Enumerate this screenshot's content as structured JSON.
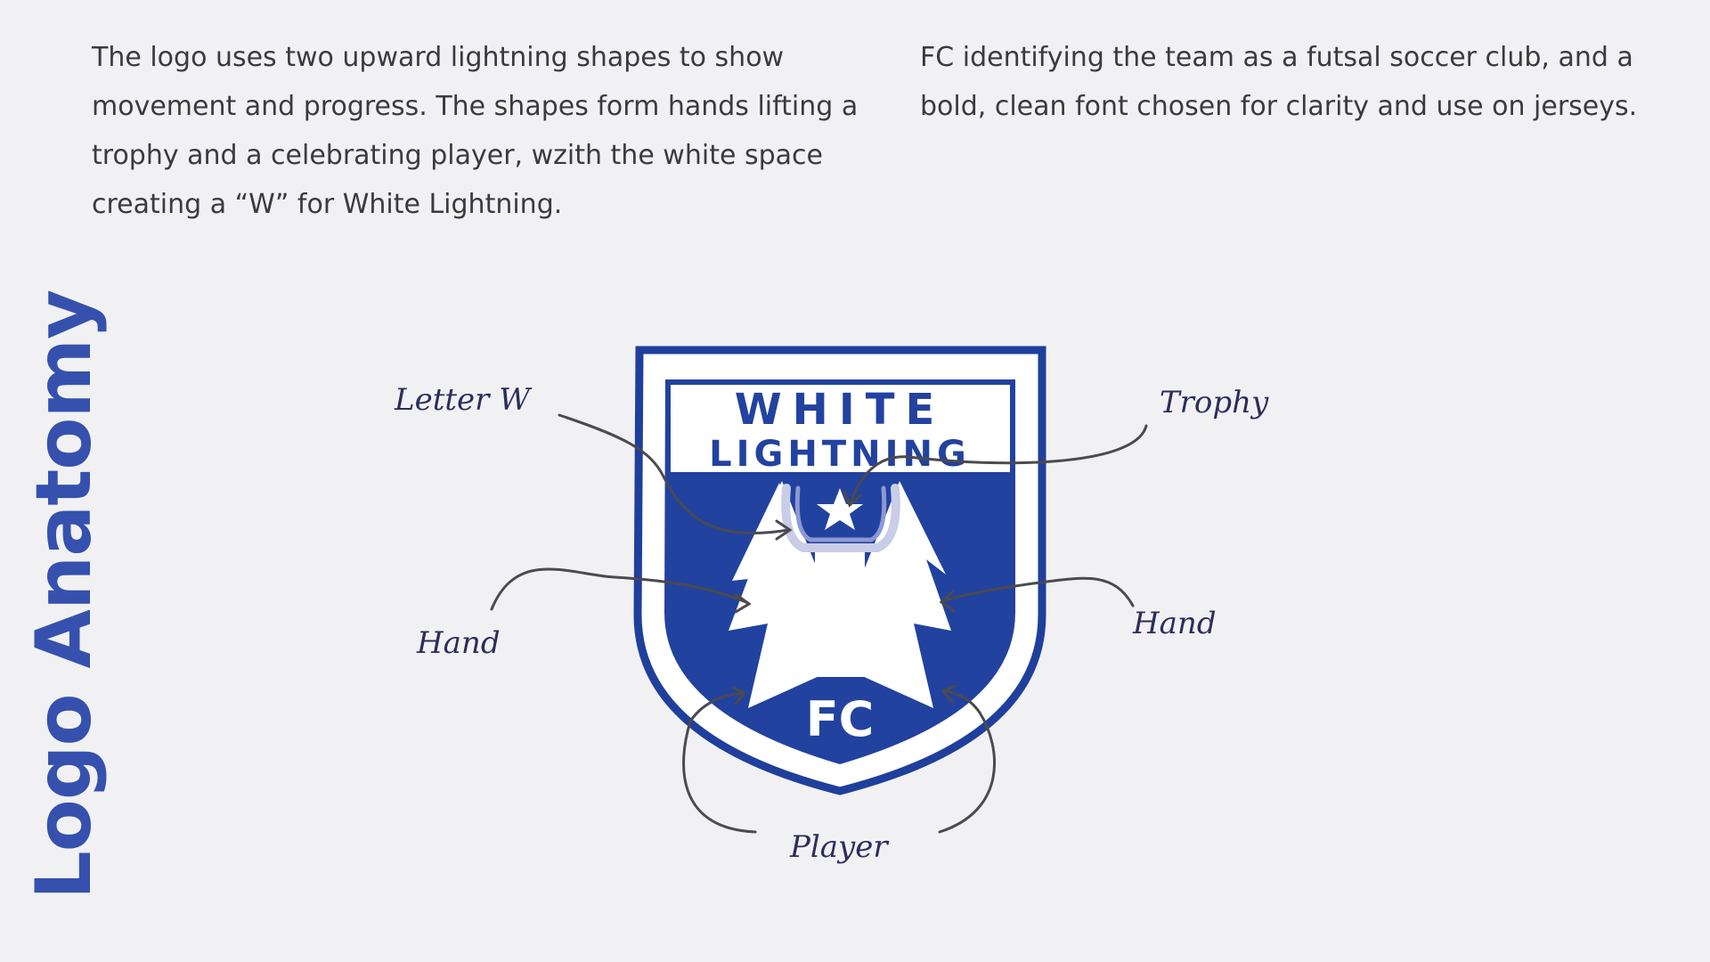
{
  "page": {
    "title": "Logo Anatomy",
    "paragraph_left": "The logo uses two upward lightning shapes to show movement and progress. The shapes form hands lifting a trophy and a celebrating player, wzith the white space creating a “W” for White Lightning.",
    "paragraph_right": "FC identifying the team as a futsal soccer club, and a bold, clean font chosen for clarity and use on jerseys."
  },
  "logo": {
    "line1": "WHITE",
    "line2": "LIGHTNING",
    "badge": "FC",
    "colors": {
      "primary": "#2242a0",
      "outline": "#1f3f9c",
      "white": "#ffffff",
      "background": "#f1f1f3"
    }
  },
  "annotations": {
    "letter_w": "Letter W",
    "trophy": "Trophy",
    "hand_left": "Hand",
    "hand_right": "Hand",
    "player": "Player"
  }
}
